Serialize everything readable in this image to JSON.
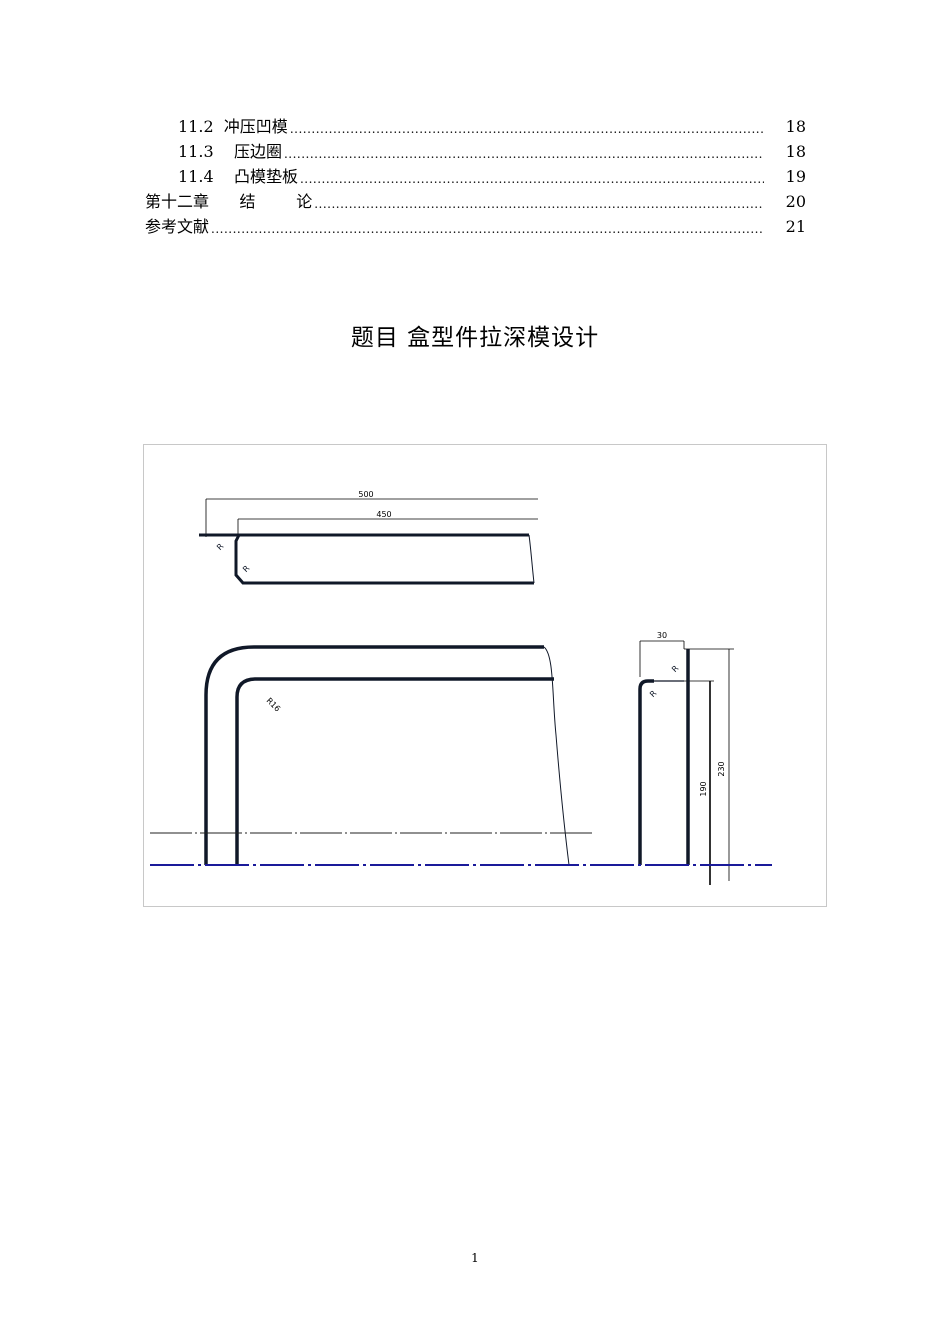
{
  "toc": [
    {
      "label": "11.2  冲压凹模",
      "page": "18",
      "indent": 1
    },
    {
      "label": "11.3    压边圈",
      "page": "18",
      "indent": 1
    },
    {
      "label": "11.4    凸模垫板",
      "page": "19",
      "indent": 1
    },
    {
      "label": "第十二章      结        论",
      "page": "20",
      "indent": 0
    },
    {
      "label": "参考文献",
      "page": "21",
      "indent": 0
    }
  ],
  "title": "题目    盒型件拉深模设计",
  "figure": {
    "dims": {
      "outer_width": "500",
      "inner_width": "450",
      "side_width": "30",
      "inner_height": "190",
      "outer_height": "230",
      "radius_corner": "R16"
    },
    "colors": {
      "part": "#101828",
      "axis": "#1a1a9a",
      "dim": "#000000"
    }
  },
  "page_number": "1"
}
